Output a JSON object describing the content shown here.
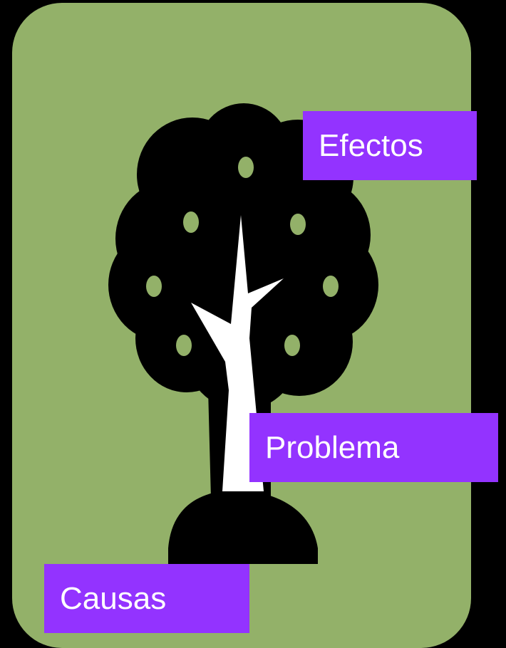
{
  "colors": {
    "background": "#000000",
    "panel": "#93b169",
    "tree": "#000000",
    "trunk": "#ffffff",
    "label_fill": "#9333ff",
    "label_text": "#ffffff"
  },
  "labels": {
    "effects": "Efectos",
    "problem": "Problema",
    "causes": "Causas"
  }
}
